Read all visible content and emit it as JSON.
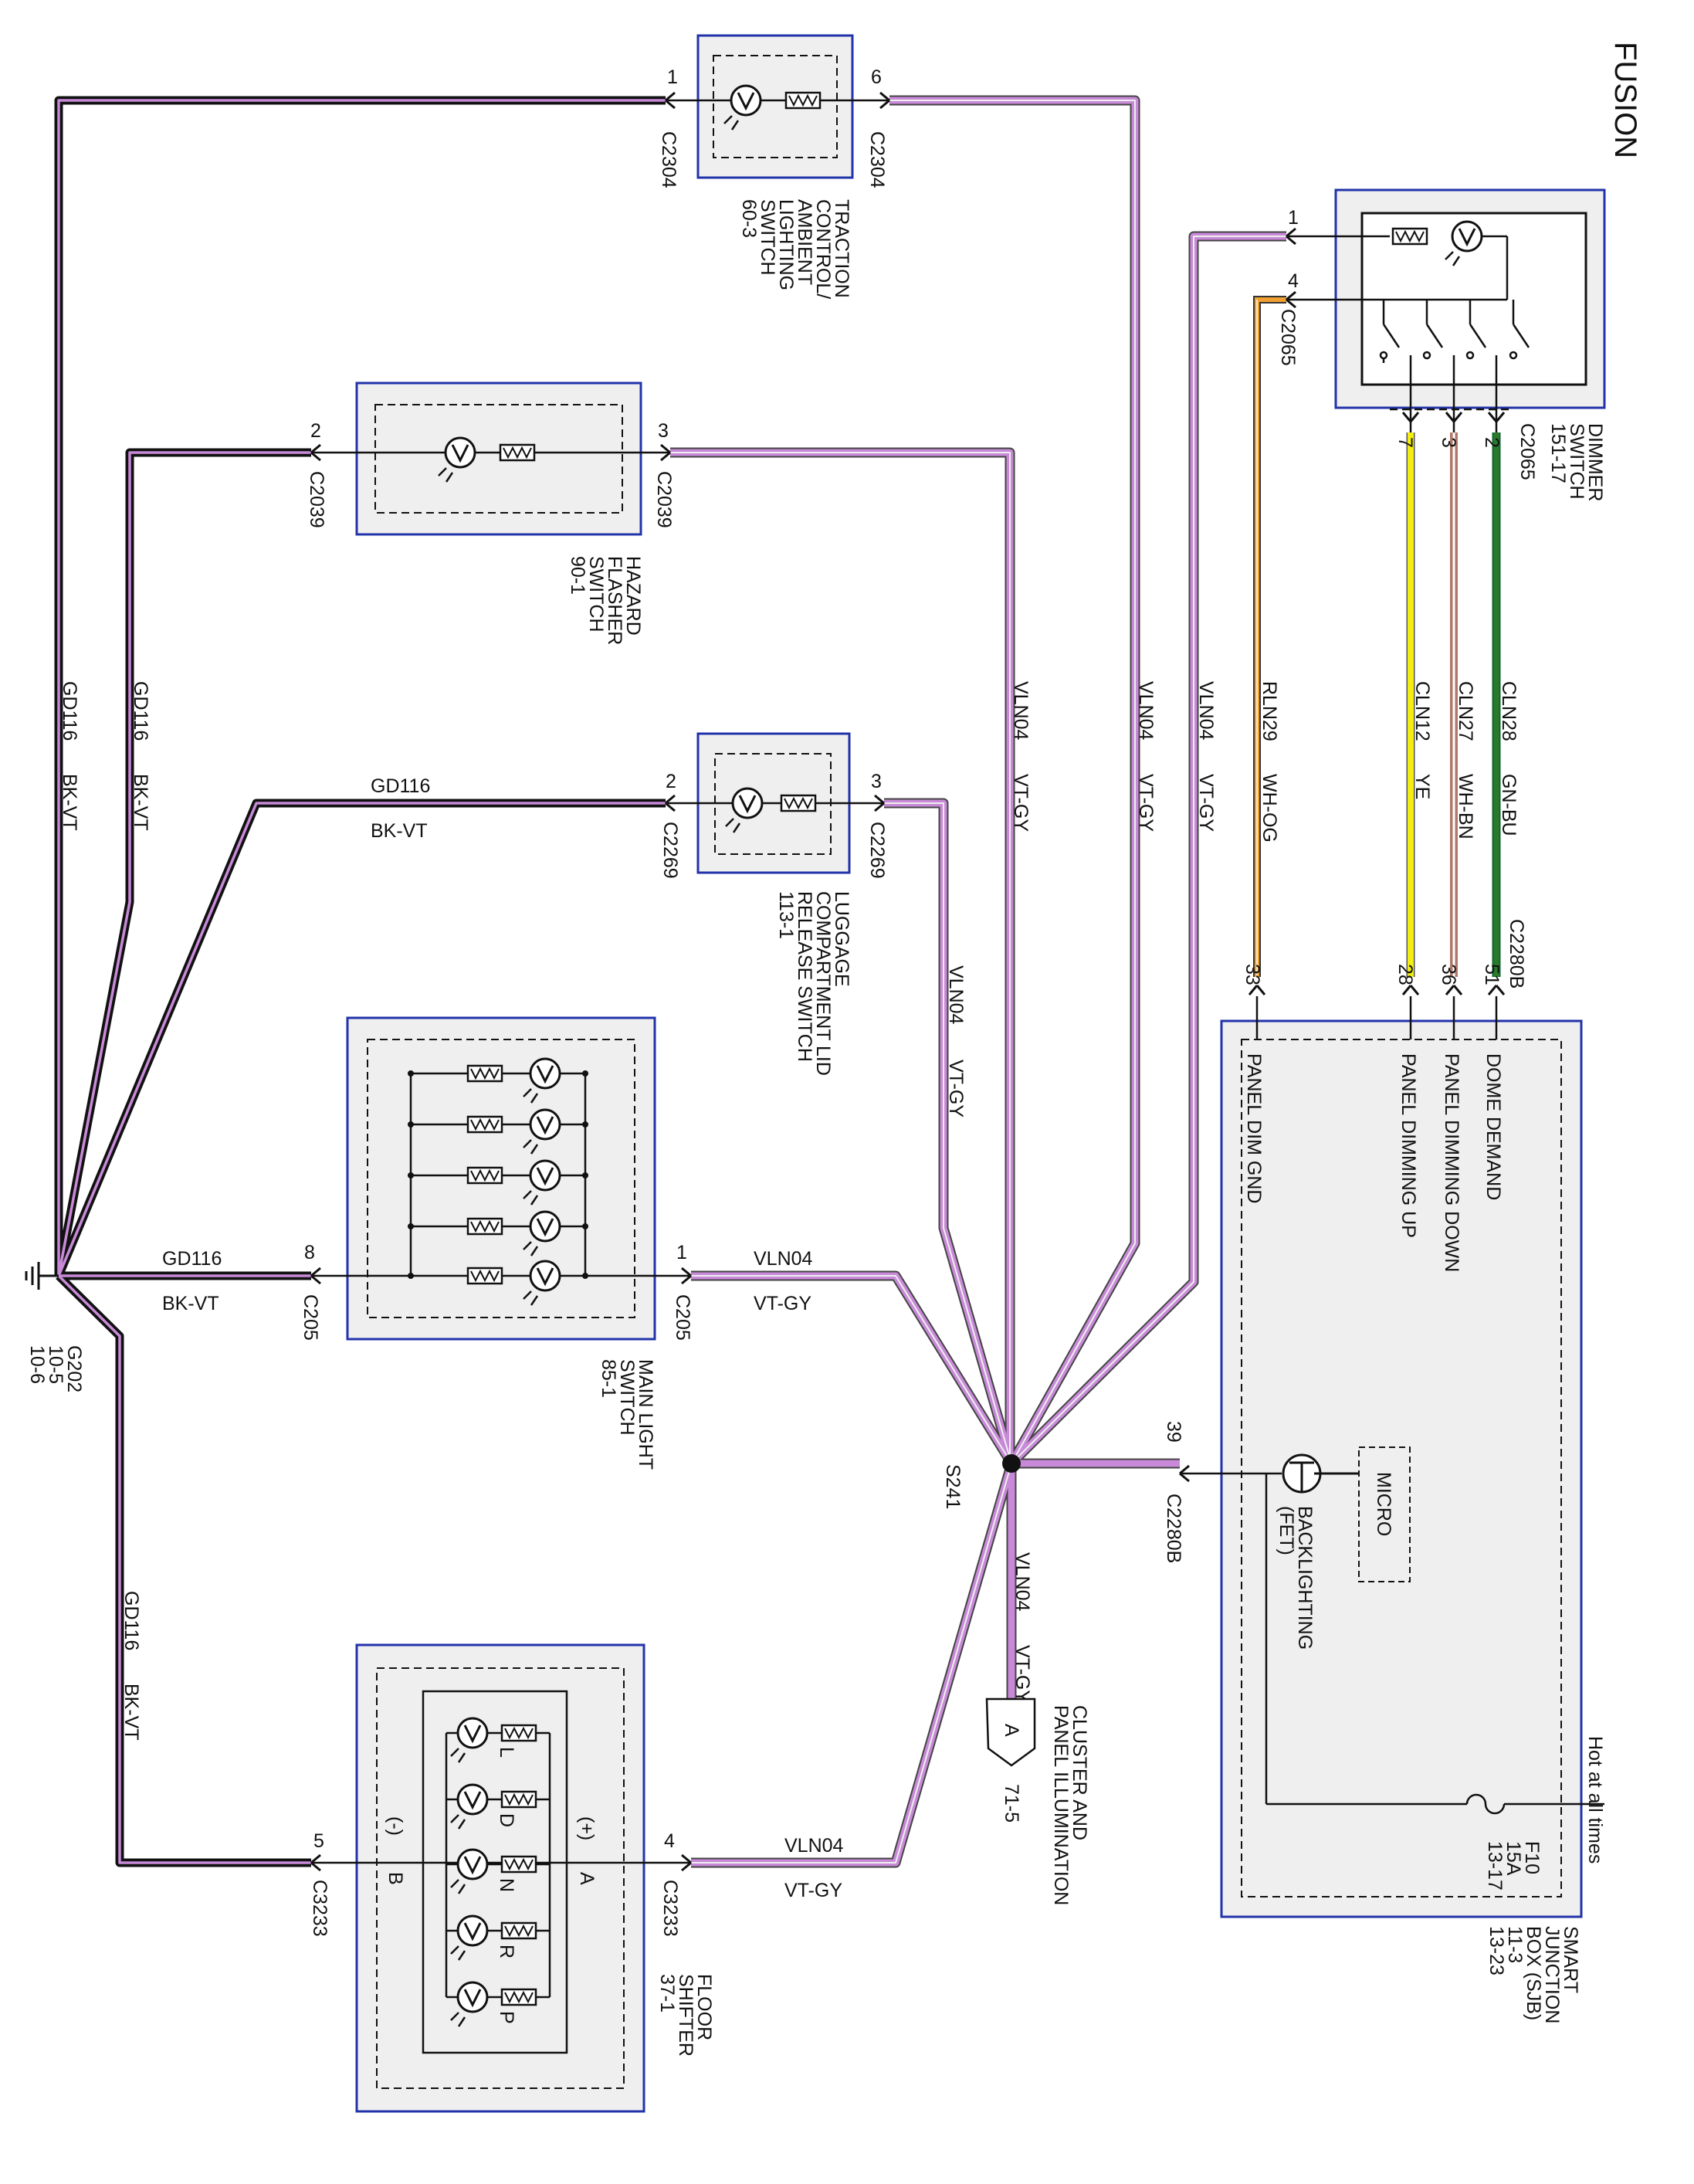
{
  "title": "FUSION",
  "colors": {
    "violet": "#c88ad8",
    "black": "#111111",
    "yellow": "#f2ee14",
    "green": "#2a7a2a",
    "orange": "#f0a030",
    "whitebrown": "#b07868",
    "module_border": "#2233aa",
    "module_fill": "#efefef"
  },
  "wire_labels": {
    "gd116": "GD116",
    "bkvt": "BK-VT",
    "vln04": "VLN04",
    "vtgy": "VT-GY",
    "rln29": "RLN29",
    "whog": "WH-OG",
    "cln12": "CLN12",
    "ye": "YE",
    "cln27": "CLN27",
    "whbn": "WH-BN",
    "cln28": "CLN28",
    "gnbu": "GN-BU"
  },
  "components": {
    "traction": {
      "name": [
        "TRACTION",
        "CONTROL/",
        "AMBIENT",
        "LIGHTING",
        "SWITCH",
        "60-3"
      ],
      "pin_left": "1",
      "pin_right": "6",
      "conn": "C2304"
    },
    "hazard": {
      "name": [
        "HAZARD",
        "FLASHER",
        "SWITCH",
        "90-1"
      ],
      "pin_left": "2",
      "pin_right": "3",
      "conn": "C2039"
    },
    "luggage": {
      "name": [
        "LUGGAGE",
        "COMPARTMENT LID",
        "RELEASE SWITCH",
        "113-1"
      ],
      "pin_left": "2",
      "pin_right": "3",
      "conn": "C2269"
    },
    "mainlight": {
      "name": [
        "MAIN LIGHT",
        "SWITCH",
        "85-1"
      ],
      "pin_left": "8",
      "pin_right": "1",
      "conn": "C205"
    },
    "shifter": {
      "name": [
        "FLOOR",
        "SHIFTER",
        "37-1"
      ],
      "pin_left": "5",
      "pin_right": "4",
      "conn": "C3233",
      "side_left": "B",
      "side_right": "A",
      "minus": "(-)",
      "plus": "(+)",
      "gears": [
        "L",
        "D",
        "N",
        "R",
        "P"
      ]
    },
    "dimmer": {
      "name": [
        "DIMMER",
        "SWITCH",
        "151-17"
      ],
      "conn": "C2065",
      "pin_top1": "1",
      "pin_top2": "4",
      "pins_bottom": [
        "7",
        "3",
        "2"
      ]
    },
    "sjb": {
      "name": [
        "SMART",
        "JUNCTION",
        "BOX (SJB)",
        "11-3",
        "13-23"
      ],
      "conn": "C2280B",
      "pins": [
        "33",
        "28",
        "36",
        "51"
      ],
      "pin_bl": "39",
      "signals": [
        "PANEL DIM GND",
        "PANEL DIMMING UP",
        "PANEL DIMMING DOWN",
        "DOME DEMAND"
      ],
      "micro": "MICRO",
      "backlight": [
        "BACKLIGHTING",
        "(FET)"
      ],
      "hot": "Hot at all times",
      "fuse": [
        "F10",
        "15A",
        "13-17"
      ]
    }
  },
  "ground": {
    "name": "G202",
    "refs": [
      "10-5",
      "10-6"
    ]
  },
  "splice": "S241",
  "cluster": {
    "letter": "A",
    "name": [
      "CLUSTER AND",
      "PANEL ILLUMINATION"
    ],
    "ref": "71-5"
  }
}
